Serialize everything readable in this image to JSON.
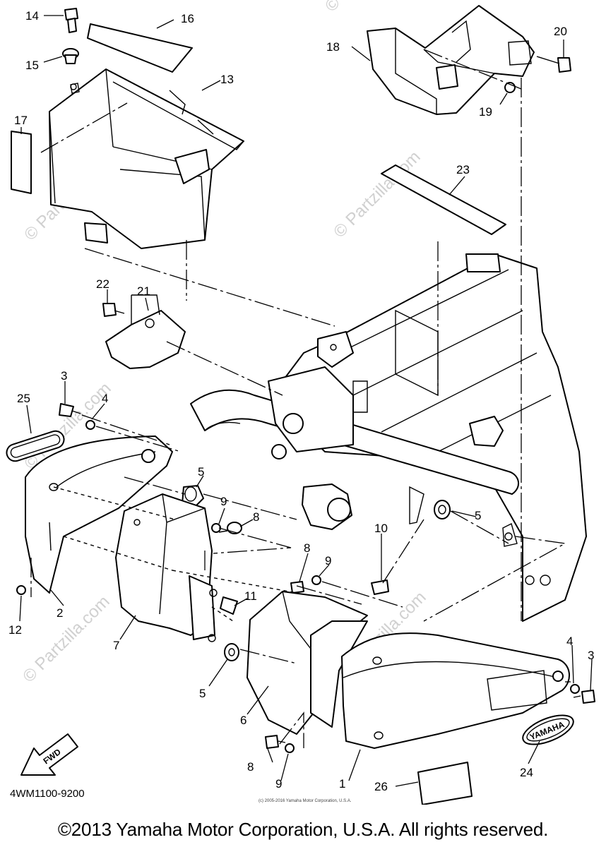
{
  "diagram_code": "4WM1100-9200",
  "copyright": "©2013 Yamaha Motor Corporation, U.S.A. All rights reserved.",
  "small_notice": "(c) 2005-2016 Yamaha Motor Corporation, U.S.A.",
  "watermark": "© Partzilla.com",
  "fwd_label": "FWD",
  "emblem_text": "YAMAHA",
  "callouts": {
    "c1": "1",
    "c2": "2",
    "c3a": "3",
    "c3b": "3",
    "c4a": "4",
    "c4b": "4",
    "c5a": "5",
    "c5b": "5",
    "c5c": "5",
    "c6": "6",
    "c7": "7",
    "c8a": "8",
    "c8b": "8",
    "c8c": "8",
    "c9a": "9",
    "c9b": "9",
    "c9c": "9",
    "c10": "10",
    "c11": "11",
    "c12": "12",
    "c13": "13",
    "c14": "14",
    "c15": "15",
    "c16": "16",
    "c17": "17",
    "c18": "18",
    "c19": "19",
    "c20": "20",
    "c21": "21",
    "c22": "22",
    "c23": "23",
    "c24": "24",
    "c25": "25",
    "c26": "26"
  }
}
